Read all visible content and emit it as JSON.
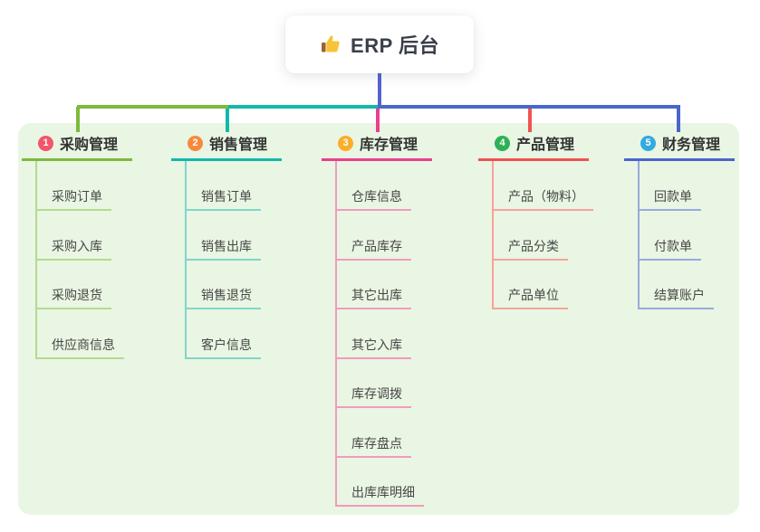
{
  "root": {
    "label": "ERP 后台",
    "icon": "thumbs-up-icon"
  },
  "canvas": {
    "background_color": "#e9f6e3"
  },
  "stem_color": "#5463cf",
  "branches": [
    {
      "index": "1",
      "title": "采购管理",
      "badge_color": "#f2566a",
      "line_color": "#7cb93e",
      "child_line_color": "#b5da90",
      "children": [
        "采购订单",
        "采购入库",
        "采购退货",
        "供应商信息"
      ]
    },
    {
      "index": "2",
      "title": "销售管理",
      "badge_color": "#f8893c",
      "line_color": "#12b8aa",
      "child_line_color": "#7fd6ca",
      "children": [
        "销售订单",
        "销售出库",
        "销售退货",
        "客户信息"
      ]
    },
    {
      "index": "3",
      "title": "库存管理",
      "badge_color": "#fbae29",
      "line_color": "#e93f90",
      "child_line_color": "#f29abf",
      "children": [
        "仓库信息",
        "产品库存",
        "其它出库",
        "其它入库",
        "库存调拨",
        "库存盘点",
        "出库库明细"
      ]
    },
    {
      "index": "4",
      "title": "产品管理",
      "badge_color": "#2eb156",
      "line_color": "#f15352",
      "child_line_color": "#f8a29b",
      "children": [
        "产品（物料）",
        "产品分类",
        "产品单位"
      ]
    },
    {
      "index": "5",
      "title": "财务管理",
      "badge_color": "#34aae1",
      "line_color": "#4966cb",
      "child_line_color": "#97abdc",
      "children": [
        "回款单",
        "付款单",
        "结算账户"
      ]
    }
  ]
}
